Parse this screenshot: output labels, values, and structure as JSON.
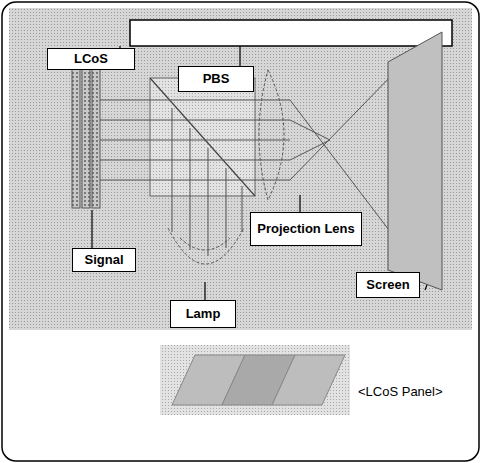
{
  "diagram": {
    "nodes": [
      {
        "text": [
          "LCoS"
        ]
      },
      {
        "text": [
          "PBS"
        ]
      },
      {
        "text": [
          "Projection Lens"
        ]
      },
      {
        "text": [
          "Signal"
        ]
      },
      {
        "text": [
          "Screen"
        ]
      },
      {
        "text": [
          "Lamp"
        ]
      }
    ],
    "labels": [
      "<LCoS Panel>"
    ]
  }
}
